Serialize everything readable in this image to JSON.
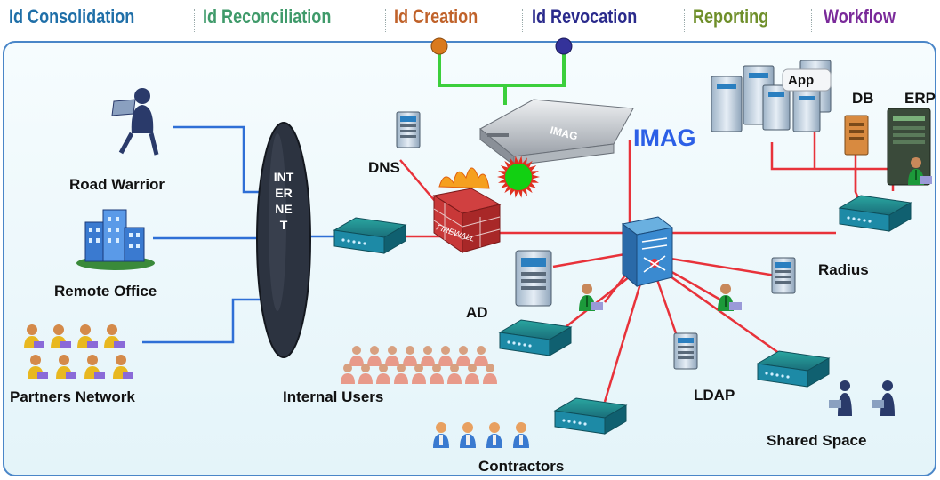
{
  "tabs": [
    {
      "label": "Id Consolidation",
      "color": "#1f6fa8"
    },
    {
      "label": "Id Reconciliation",
      "color": "#3f9a6a"
    },
    {
      "label": "Id Creation",
      "color": "#c0622a"
    },
    {
      "label": "Id Revocation",
      "color": "#2a2a8c"
    },
    {
      "label": "Reporting",
      "color": "#6f8f2a"
    },
    {
      "label": "Workflow",
      "color": "#7a2a9a"
    }
  ],
  "nodes": {
    "road_warrior": "Road Warrior",
    "remote_office": "Remote Office",
    "partners_network": "Partners Network",
    "internet": "INTERNET",
    "dns": "DNS",
    "imag": "IMAG",
    "imag_device_text": "IMAG",
    "firewall": "FIREWALL",
    "app": "App",
    "db": "DB",
    "erp": "ERP",
    "radius": "Radius",
    "ad": "AD",
    "internal_users": "Internal Users",
    "ldap": "LDAP",
    "shared_space": "Shared Space",
    "contractors": "Contractors"
  },
  "colors": {
    "network_links": "#e8323a",
    "internet_links": "#2f6fd6",
    "imag_links": "#3ccf3c",
    "creation_node": "#d97a1e",
    "revocation_node": "#34329a",
    "status_starburst": "#12d012",
    "panel_border": "#4a86c8"
  }
}
